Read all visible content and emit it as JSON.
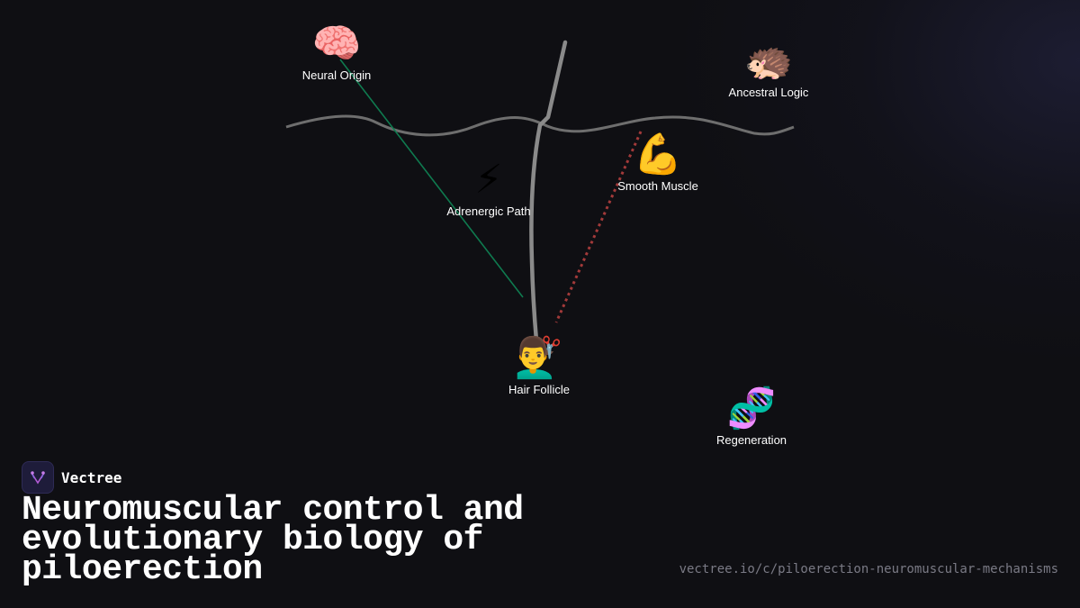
{
  "nodes": [
    {
      "id": "neural_origin",
      "emoji": "🧠",
      "label": "Neural Origin"
    },
    {
      "id": "ancestral_logic",
      "emoji": "🦔",
      "label": "Ancestral Logic"
    },
    {
      "id": "adrenergic_path",
      "emoji": "⚡",
      "label": "Adrenergic Path"
    },
    {
      "id": "smooth_muscle",
      "emoji": "💪",
      "label": "Smooth Muscle"
    },
    {
      "id": "hair_follicle",
      "emoji": "💇‍♂️",
      "label": "Hair Follicle"
    },
    {
      "id": "regeneration",
      "emoji": "🧬",
      "label": "Regeneration"
    }
  ],
  "connections": [
    {
      "from": "Neural Origin",
      "to": "Hair Follicle",
      "style": "solid",
      "color": "#0f7a4f"
    },
    {
      "from": "Smooth Muscle",
      "to": "Hair Follicle",
      "style": "dotted",
      "color": "#a33a3a"
    }
  ],
  "colors": {
    "background": "#0f0f13",
    "hair_shaft": "#8a8a8a",
    "skin_line": "#6e6e6e",
    "logo_accent": "#b35bd6"
  },
  "brand": {
    "name": "Vectree",
    "icon": "vectree-logo-icon"
  },
  "title": "Neuromuscular control and evolutionary biology of piloerection",
  "url": "vectree.io/c/piloerection-neuromuscular-mechanisms"
}
